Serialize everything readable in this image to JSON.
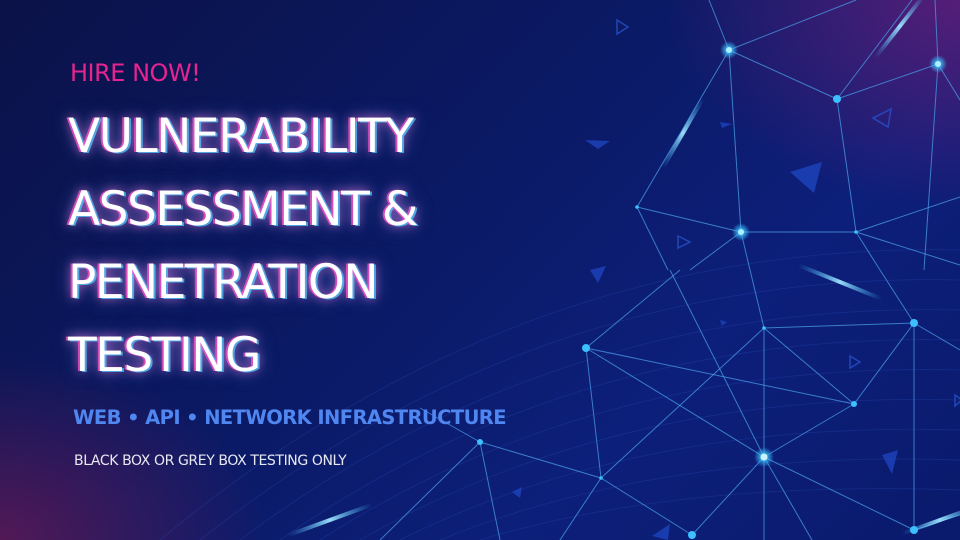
{
  "banner": {
    "kicker": "HIRE NOW!",
    "title_lines": [
      "VULNERABILITY",
      "ASSESSMENT &",
      "PENETRATION",
      "TESTING"
    ],
    "services": "WEB • API • NETWORK INFRASTRUCTURE",
    "note": "BLACK BOX OR GREY BOX TESTING ONLY"
  },
  "colors": {
    "kicker": "#e6248f",
    "title": "#ffffff",
    "services": "#4f86f0",
    "note": "#e8e8f2",
    "background": "#0b1a66",
    "node": "#3cc0ff",
    "line": "#4a9ee8"
  }
}
